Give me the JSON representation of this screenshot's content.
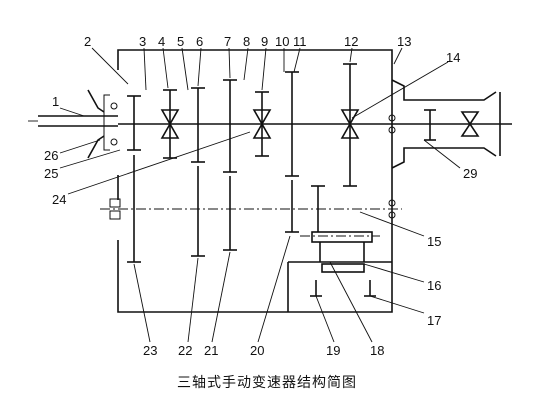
{
  "caption": "三轴式手动变速器结构简图",
  "part_numbers": [
    "1",
    "2",
    "3",
    "4",
    "5",
    "6",
    "7",
    "8",
    "9",
    "10",
    "11",
    "12",
    "13",
    "14",
    "15",
    "16",
    "17",
    "18",
    "19",
    "20",
    "21",
    "22",
    "23",
    "24",
    "25",
    "26",
    "29"
  ]
}
